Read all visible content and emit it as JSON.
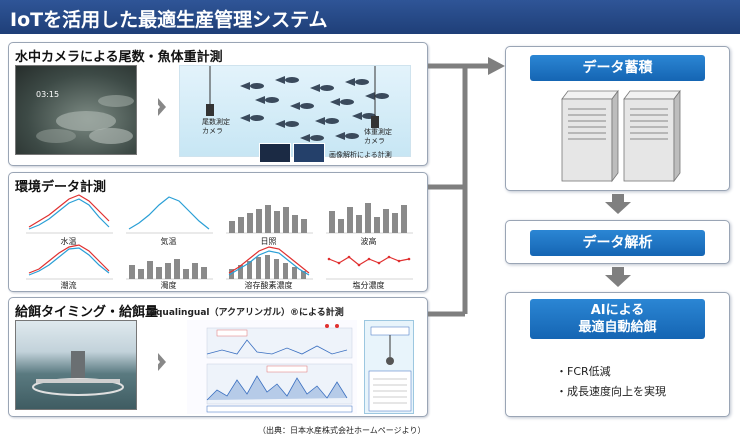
{
  "header": {
    "title": "IoTを活用した最適生産管理システム"
  },
  "panels": {
    "camera": {
      "title": "水中カメラによる尾数・魚体重計測",
      "photo_timestamp": "03:15",
      "tail_camera_label": "尾数測定カメラ",
      "weight_camera_label": "体重測定カメラ",
      "image_analysis_label": "画像解析による計測"
    },
    "environment": {
      "title": "環境データ計測",
      "charts": [
        "水温",
        "気温",
        "日照",
        "波高",
        "潮流",
        "濁度",
        "溶存酸素濃度",
        "塩分濃度"
      ]
    },
    "feeding": {
      "title": "給餌タイミング・給餌量",
      "aqualingual": "Aqualingual（アクアリンガル）®による計測"
    }
  },
  "flow": {
    "storage_label": "データ蓄積",
    "analysis_label": "データ解析",
    "ai_label": "AIによる\n最適自動給餌",
    "bullets": [
      "・FCR低減",
      "・成長速度向上を実現"
    ]
  },
  "source": "（出典：日本水産株式会社ホームページより）",
  "colors": {
    "title_bg": "#2f5597",
    "accent_blue": "#1e75c3",
    "arrow_gray": "#7f7f7f",
    "line_red": "#e03030",
    "line_blue": "#2a9fd6",
    "bar_gray": "#8a8a8a"
  }
}
